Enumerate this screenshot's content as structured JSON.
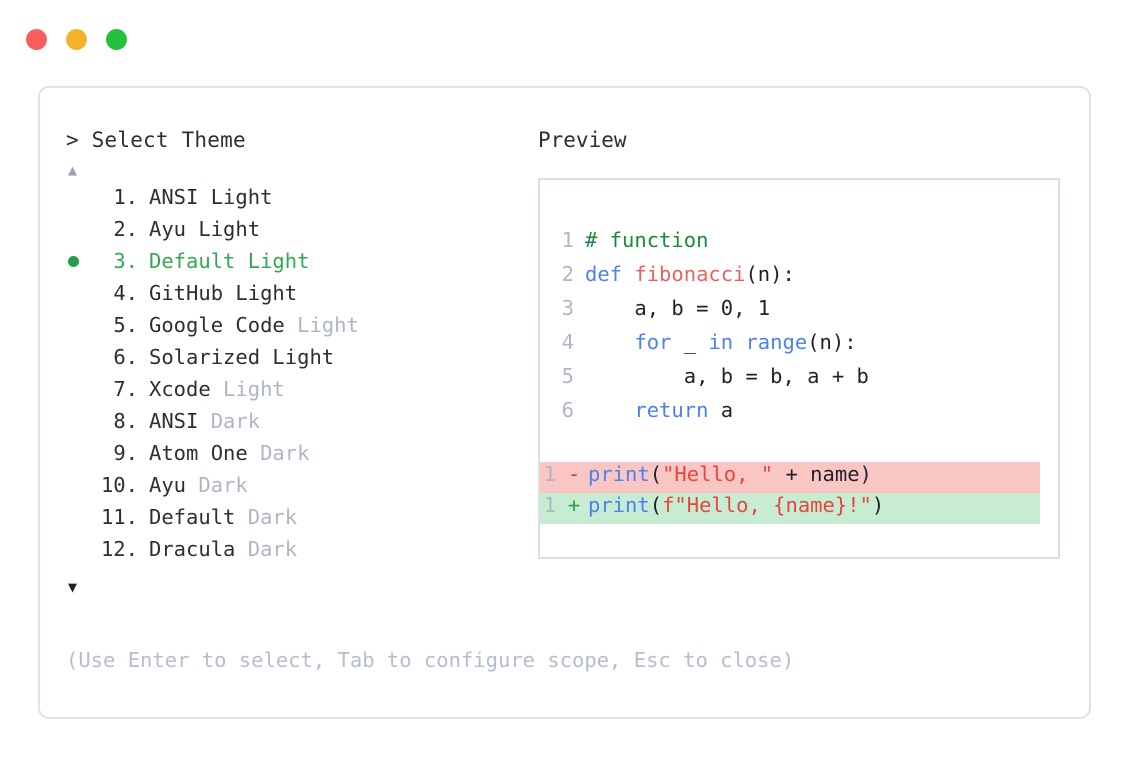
{
  "window": {
    "dots": [
      {
        "name": "close",
        "color": "#f5605c"
      },
      {
        "name": "minimize",
        "color": "#f3b329"
      },
      {
        "name": "maximize",
        "color": "#25c03e"
      }
    ]
  },
  "prompt": {
    "header": "> Select Theme",
    "scroll_up": "▲",
    "scroll_down": "▼",
    "footer_hint": "(Use Enter to select, Tab to configure scope, Esc to close)"
  },
  "themes": {
    "selected_index": 3,
    "items": [
      {
        "index": "1.",
        "name": "ANSI Light",
        "variant": "",
        "selected": false
      },
      {
        "index": "2.",
        "name": "Ayu Light",
        "variant": "",
        "selected": false
      },
      {
        "index": "3.",
        "name": "Default Light",
        "variant": "",
        "selected": true
      },
      {
        "index": "4.",
        "name": "GitHub Light",
        "variant": "",
        "selected": false
      },
      {
        "index": "5.",
        "name": "Google Code",
        "variant": "Light",
        "selected": false
      },
      {
        "index": "6.",
        "name": "Solarized Light",
        "variant": "",
        "selected": false
      },
      {
        "index": "7.",
        "name": "Xcode",
        "variant": "Light",
        "selected": false
      },
      {
        "index": "8.",
        "name": "ANSI",
        "variant": "Dark",
        "selected": false
      },
      {
        "index": "9.",
        "name": "Atom One",
        "variant": "Dark",
        "selected": false
      },
      {
        "index": "10.",
        "name": "Ayu",
        "variant": "Dark",
        "selected": false
      },
      {
        "index": "11.",
        "name": "Default",
        "variant": "Dark",
        "selected": false
      },
      {
        "index": "12.",
        "name": "Dracula",
        "variant": "Dark",
        "selected": false
      }
    ]
  },
  "preview": {
    "label": "Preview",
    "code_lines": [
      {
        "num": "1",
        "tokens": [
          {
            "t": "# function",
            "c": "comment"
          }
        ]
      },
      {
        "num": "2",
        "tokens": [
          {
            "t": "def ",
            "c": "keyword"
          },
          {
            "t": "fibonacci",
            "c": "func"
          },
          {
            "t": "(n):",
            "c": "plain"
          }
        ]
      },
      {
        "num": "3",
        "tokens": [
          {
            "t": "    a, b = 0, 1",
            "c": "plain"
          }
        ]
      },
      {
        "num": "4",
        "tokens": [
          {
            "t": "    ",
            "c": "plain"
          },
          {
            "t": "for",
            "c": "keyword"
          },
          {
            "t": " _ ",
            "c": "plain"
          },
          {
            "t": "in range",
            "c": "keyword"
          },
          {
            "t": "(n):",
            "c": "plain"
          }
        ]
      },
      {
        "num": "5",
        "tokens": [
          {
            "t": "        a, b = b, a + b",
            "c": "plain"
          }
        ]
      },
      {
        "num": "6",
        "tokens": [
          {
            "t": "    ",
            "c": "plain"
          },
          {
            "t": "return",
            "c": "keyword"
          },
          {
            "t": " a",
            "c": "plain"
          }
        ]
      }
    ],
    "diff_lines": [
      {
        "num": "1",
        "kind": "del",
        "marker": "-",
        "tokens": [
          {
            "t": "print",
            "c": "keyword"
          },
          {
            "t": "(",
            "c": "plain"
          },
          {
            "t": "\"Hello, \"",
            "c": "string"
          },
          {
            "t": " + name)",
            "c": "plain"
          }
        ]
      },
      {
        "num": "1",
        "kind": "add",
        "marker": "+",
        "tokens": [
          {
            "t": "print",
            "c": "keyword"
          },
          {
            "t": "(",
            "c": "plain"
          },
          {
            "t": "f\"Hello, {name}!\"",
            "c": "string"
          },
          {
            "t": ")",
            "c": "plain"
          }
        ]
      }
    ]
  },
  "colors": {
    "selected_green": "#33a852",
    "bullet_green": "#22a04a",
    "muted": "#aeb6c6",
    "diff_del_bg": "#f9c6c4",
    "diff_add_bg": "#c8ecd2",
    "border": "#dfe2ea"
  }
}
